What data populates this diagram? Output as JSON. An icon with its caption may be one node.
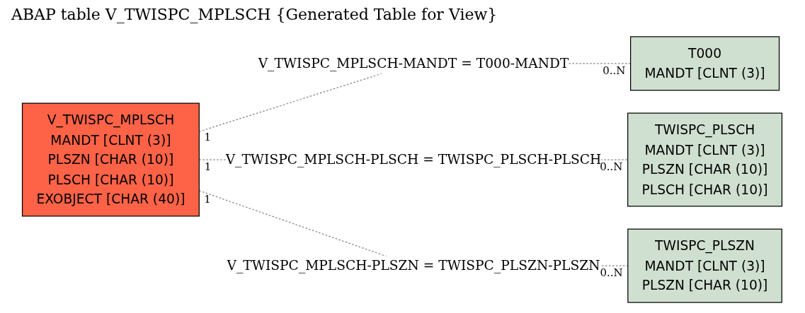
{
  "diagram": {
    "title": "ABAP table V_TWISPC_MPLSCH {Generated Table for View}",
    "nodes": [
      {
        "text": [
          "V_TWISPC_MPLSCH",
          "MANDT [CLNT (3)]",
          "PLSZN [CHAR (10)]",
          "PLSCH [CHAR (10)]",
          "EXOBJECT [CHAR (40)]"
        ]
      },
      {
        "text": [
          "T000",
          "MANDT [CLNT (3)]"
        ]
      },
      {
        "text": [
          "TWISPC_PLSCH",
          "MANDT [CLNT (3)]",
          "PLSZN [CHAR (10)]",
          "PLSCH [CHAR (10)]"
        ]
      },
      {
        "text": [
          "TWISPC_PLSZN",
          "MANDT [CLNT (3)]",
          "PLSZN [CHAR (10)]"
        ]
      }
    ],
    "edges": [
      {
        "from": 0,
        "to": 1,
        "arrow": "none",
        "style": "dashed",
        "label": "V_TWISPC_MPLSCH-MANDT = T000-MANDT"
      },
      {
        "from": 0,
        "to": 2,
        "arrow": "none",
        "style": "dashed",
        "label": "V_TWISPC_MPLSCH-PLSCH = TWISPC_PLSCH-PLSCH"
      },
      {
        "from": 0,
        "to": 3,
        "arrow": "none",
        "style": "dashed",
        "label": "V_TWISPC_MPLSCH-PLSZN = TWISPC_PLSZN-PLSZN"
      }
    ],
    "labels": [
      "1",
      "0..N",
      "1",
      "0..N",
      "1",
      "0..N"
    ]
  }
}
